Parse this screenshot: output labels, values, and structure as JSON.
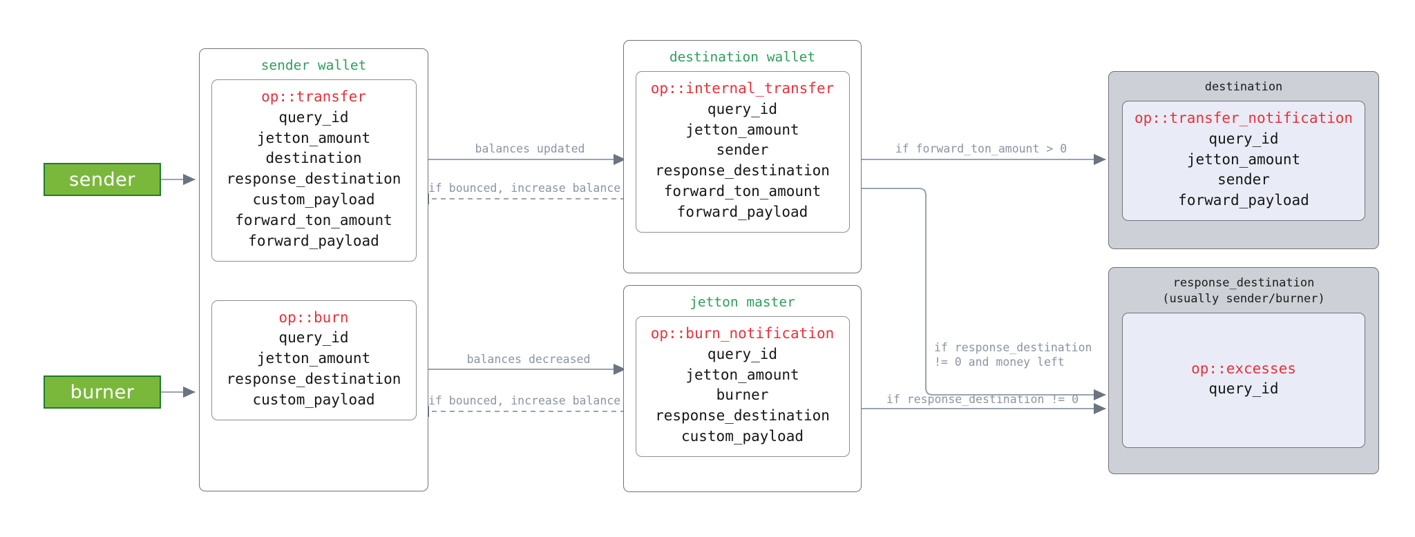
{
  "diagram": {
    "title": "TON jetton transfer and burn message flow",
    "colors": {
      "actor_fill": "#7ab83c",
      "actor_border": "#1e7b2e",
      "op_text": "#e8313b",
      "group_title": "#2e9e5b",
      "edge": "#8a93a5",
      "grey_group_fill": "#cdd0d6",
      "grey_inner_fill": "#e9ecf6"
    }
  },
  "actors": {
    "sender": "sender",
    "burner": "burner"
  },
  "groups": {
    "sender_wallet": {
      "title": "sender wallet",
      "messages": [
        {
          "op": "op::transfer",
          "fields": [
            "query_id",
            "jetton_amount",
            "destination",
            "response_destination",
            "custom_payload",
            "forward_ton_amount",
            "forward_payload"
          ]
        },
        {
          "op": "op::burn",
          "fields": [
            "query_id",
            "jetton_amount",
            "response_destination",
            "custom_payload"
          ]
        }
      ]
    },
    "destination_wallet": {
      "title": "destination wallet",
      "messages": [
        {
          "op": "op::internal_transfer",
          "fields": [
            "query_id",
            "jetton_amount",
            "sender",
            "response_destination",
            "forward_ton_amount",
            "forward_payload"
          ]
        }
      ]
    },
    "jetton_master": {
      "title": "jetton master",
      "messages": [
        {
          "op": "op::burn_notification",
          "fields": [
            "query_id",
            "jetton_amount",
            "burner",
            "response_destination",
            "custom_payload"
          ]
        }
      ]
    },
    "destination": {
      "title": "destination",
      "messages": [
        {
          "op": "op::transfer_notification",
          "fields": [
            "query_id",
            "jetton_amount",
            "sender",
            "forward_payload"
          ]
        }
      ]
    },
    "response_destination": {
      "title": "response_destination\n(usually sender/burner)",
      "messages": [
        {
          "op": "op::excesses",
          "fields": [
            "query_id"
          ]
        }
      ]
    }
  },
  "edges": [
    {
      "id": "sender-to-wallet",
      "label": "",
      "style": "solid"
    },
    {
      "id": "burner-to-wallet",
      "label": "",
      "style": "solid"
    },
    {
      "id": "transfer-to-internal",
      "label": "balances updated",
      "style": "solid"
    },
    {
      "id": "internal-bounce-back",
      "label": "if bounced, increase balance",
      "style": "dashed"
    },
    {
      "id": "burn-to-burnnotif",
      "label": "balances decreased",
      "style": "solid"
    },
    {
      "id": "burnnotif-bounce-back",
      "label": "if bounced, increase balance",
      "style": "dashed"
    },
    {
      "id": "internal-to-destination",
      "label": "if forward_ton_amount > 0",
      "style": "solid"
    },
    {
      "id": "internal-to-excesses",
      "label": "if response_destination\n!= 0 and money left",
      "style": "solid"
    },
    {
      "id": "burnnotif-to-excesses",
      "label": "if response_destination != 0",
      "style": "solid"
    }
  ]
}
